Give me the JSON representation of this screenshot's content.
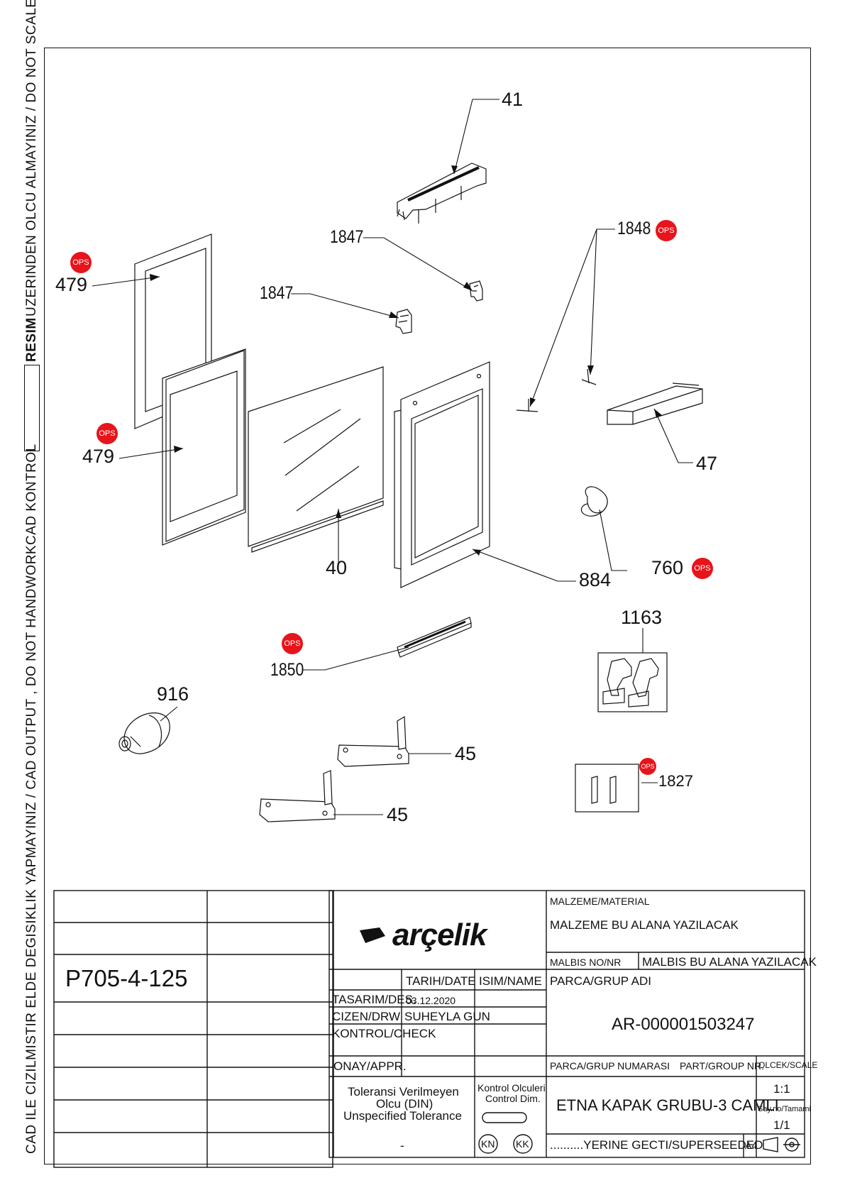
{
  "sidebar": {
    "text_1": "CAD KONTROL",
    "text_2": "RESIM",
    "text_3": "UZERINDEN OLCU ALMAYINIZ / DO NOT SCALE",
    "text_4": "CAD ILE CIZILMISTIR ELDE DEGISIKLIK YAPMAYINIZ / CAD OUTPUT , DO NOT HANDWORK"
  },
  "callouts": {
    "c41": "41",
    "c1847a": "1847",
    "c1847b": "1847",
    "c1848": "1848",
    "c479a": "479",
    "c479b": "479",
    "c47": "47",
    "c40": "40",
    "c884": "884",
    "c760": "760",
    "c1163": "1163",
    "c1850": "1850",
    "c916": "916",
    "c45a": "45",
    "c45b": "45",
    "c1827": "1827"
  },
  "ops_badge": "OPS",
  "title_block": {
    "drawing_no": "P705-4-125",
    "brand": "arçelik",
    "material_label": "MALZEME/MATERIAL",
    "material_value": "MALZEME BU ALANA YAZILACAK",
    "malbis_label": "MALBIS NO/NR",
    "malbis_value": "MALBIS BU ALANA YAZILACAK",
    "col_date": "TARIH/DATE",
    "col_name": "ISIM/NAME",
    "part_name_label": "PARCA/GRUP ADI",
    "part_name_value": "AR-000001503247",
    "row_design": "TASARIM/DES.",
    "design_date": "03.12.2020",
    "row_drawn": "CIZEN/DRW",
    "drawn_name": "SUHEYLA GUN",
    "row_check": "KONTROL/CHECK",
    "row_approve": "ONAY/APPR.",
    "part_no_label": "PARCA/GRUP NUMARASI",
    "part_no_label_en": "PART/GROUP NR.",
    "scale_label": "OLCEK/SCALE",
    "scale_value": "1:1",
    "tolerance_1": "Toleransi Verilmeyen",
    "tolerance_2": "Olcu (DIN)",
    "tolerance_3": "Unspecified Tolerance",
    "tolerance_value": "-",
    "control_1": "Kontrol Olculeri",
    "control_2": "Control Dim.",
    "kn": "KN",
    "kk": "KK",
    "part_no_value": "ETNA KAPAK GRUBU-3  CAMLI",
    "sheet_label": "Say.no/Tamami",
    "sheet_value": "1/1",
    "superseded": "..........YERINE GECTI/SUPERSEEDED",
    "format": "A4"
  }
}
